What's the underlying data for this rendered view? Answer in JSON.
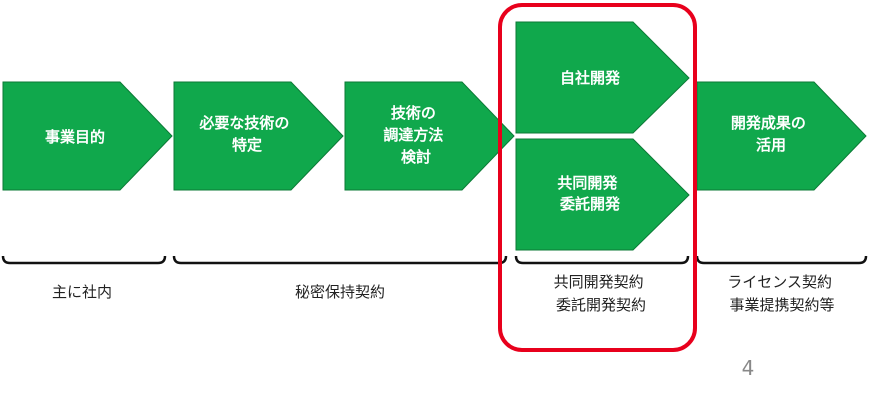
{
  "colors": {
    "stage_fill": "#10a84c",
    "stage_stroke": "#0b7a36",
    "stage_text": "#ffffff",
    "brace": "#111111",
    "highlight": "#e8001c",
    "page_number": "#888888"
  },
  "stages": [
    {
      "lines": [
        "事業目的"
      ]
    },
    {
      "lines": [
        "必要な技術の",
        "特定"
      ]
    },
    {
      "lines": [
        "技術の",
        "調達方法",
        "検討"
      ]
    },
    {
      "lines": [
        "自社開発"
      ]
    },
    {
      "lines": [
        "共同開発",
        "委託開発"
      ]
    },
    {
      "lines": [
        "開発成果の",
        "活用"
      ]
    }
  ],
  "contracts": [
    {
      "lines": [
        "主に社内"
      ]
    },
    {
      "lines": [
        "秘密保持契約"
      ]
    },
    {
      "lines": [
        "共同開発契約",
        "委託開発契約"
      ]
    },
    {
      "lines": [
        "ライセンス契約",
        "事業提携契約等"
      ]
    }
  ],
  "page_number": "4"
}
